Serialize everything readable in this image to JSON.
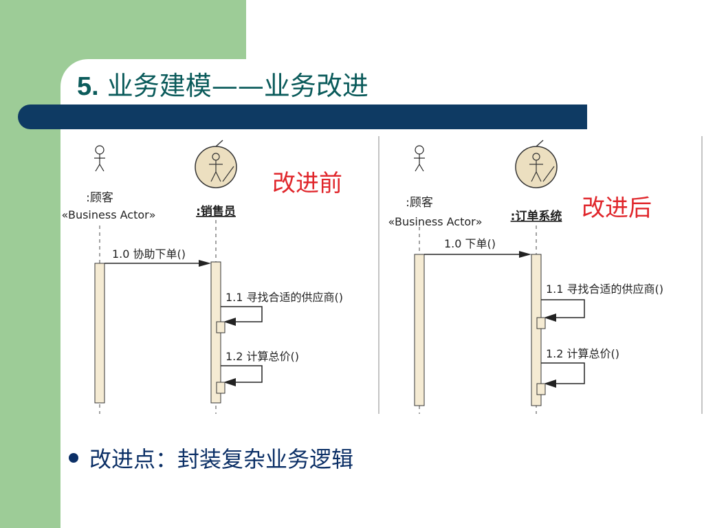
{
  "slide": {
    "title_number": "5.",
    "title_main": "业务建模",
    "title_dash": "——",
    "title_sub": "业务改进"
  },
  "diagram_before": {
    "caption": "改进前",
    "actor_name": ":顾客",
    "actor_stereotype": "«Business Actor»",
    "worker_name": ":销售员",
    "messages": [
      "1.0 协助下单()",
      "1.1 寻找合适的供应商()",
      "1.2 计算总价()"
    ]
  },
  "diagram_after": {
    "caption": "改进后",
    "actor_name": ":顾客",
    "actor_stereotype": "«Business Actor»",
    "worker_name": ":订单系统",
    "messages": [
      "1.0 下单()",
      "1.1 寻找合适的供应商()",
      "1.2 计算总价()"
    ]
  },
  "bullet": {
    "text": "改进点：封装复杂业务逻辑"
  },
  "colors": {
    "green": "#9dcc97",
    "navy_bar": "#0e3a63",
    "title_teal": "#0b5b5b",
    "caption_red": "#e0262b",
    "bullet_blue": "#0b2f66"
  }
}
